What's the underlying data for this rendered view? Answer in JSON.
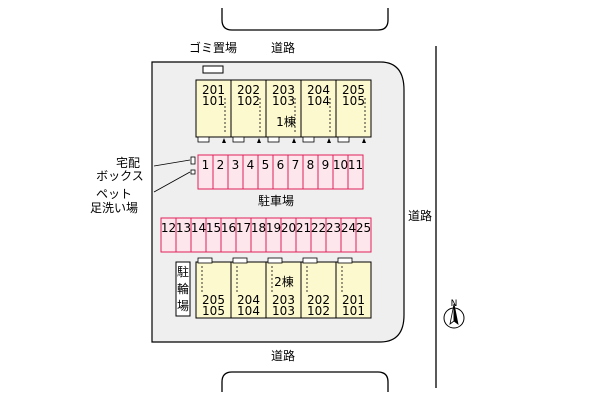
{
  "labels": {
    "garbage": "ゴミ置場",
    "road_top": "道路",
    "road_bottom": "道路",
    "road_right": "道路",
    "parking": "駐車場",
    "delivery_box_1": "宅配",
    "delivery_box_2": "ボックス",
    "pet_wash_1": "ペット",
    "pet_wash_2": "足洗い場",
    "bike_1": "駐",
    "bike_2": "輪",
    "bike_3": "場",
    "north": "N"
  },
  "building1": {
    "name": "1棟",
    "units": [
      {
        "upper": "201",
        "lower": "101"
      },
      {
        "upper": "202",
        "lower": "102"
      },
      {
        "upper": "203",
        "lower": "103"
      },
      {
        "upper": "204",
        "lower": "104"
      },
      {
        "upper": "205",
        "lower": "105"
      }
    ]
  },
  "building2": {
    "name": "2棟",
    "units": [
      {
        "upper": "205",
        "lower": "105"
      },
      {
        "upper": "204",
        "lower": "104"
      },
      {
        "upper": "203",
        "lower": "103"
      },
      {
        "upper": "202",
        "lower": "102"
      },
      {
        "upper": "201",
        "lower": "101"
      }
    ]
  },
  "parking_row1": [
    "1",
    "2",
    "3",
    "4",
    "5",
    "6",
    "7",
    "8",
    "9",
    "10",
    "11"
  ],
  "parking_row2": [
    "12",
    "13",
    "14",
    "15",
    "16",
    "17",
    "18",
    "19",
    "20",
    "21",
    "22",
    "23",
    "24",
    "25"
  ],
  "colors": {
    "lot": "#efefef",
    "building": "#fdf9cf",
    "parking_fill": "#fde6ec",
    "parking_border": "#e0205a"
  }
}
